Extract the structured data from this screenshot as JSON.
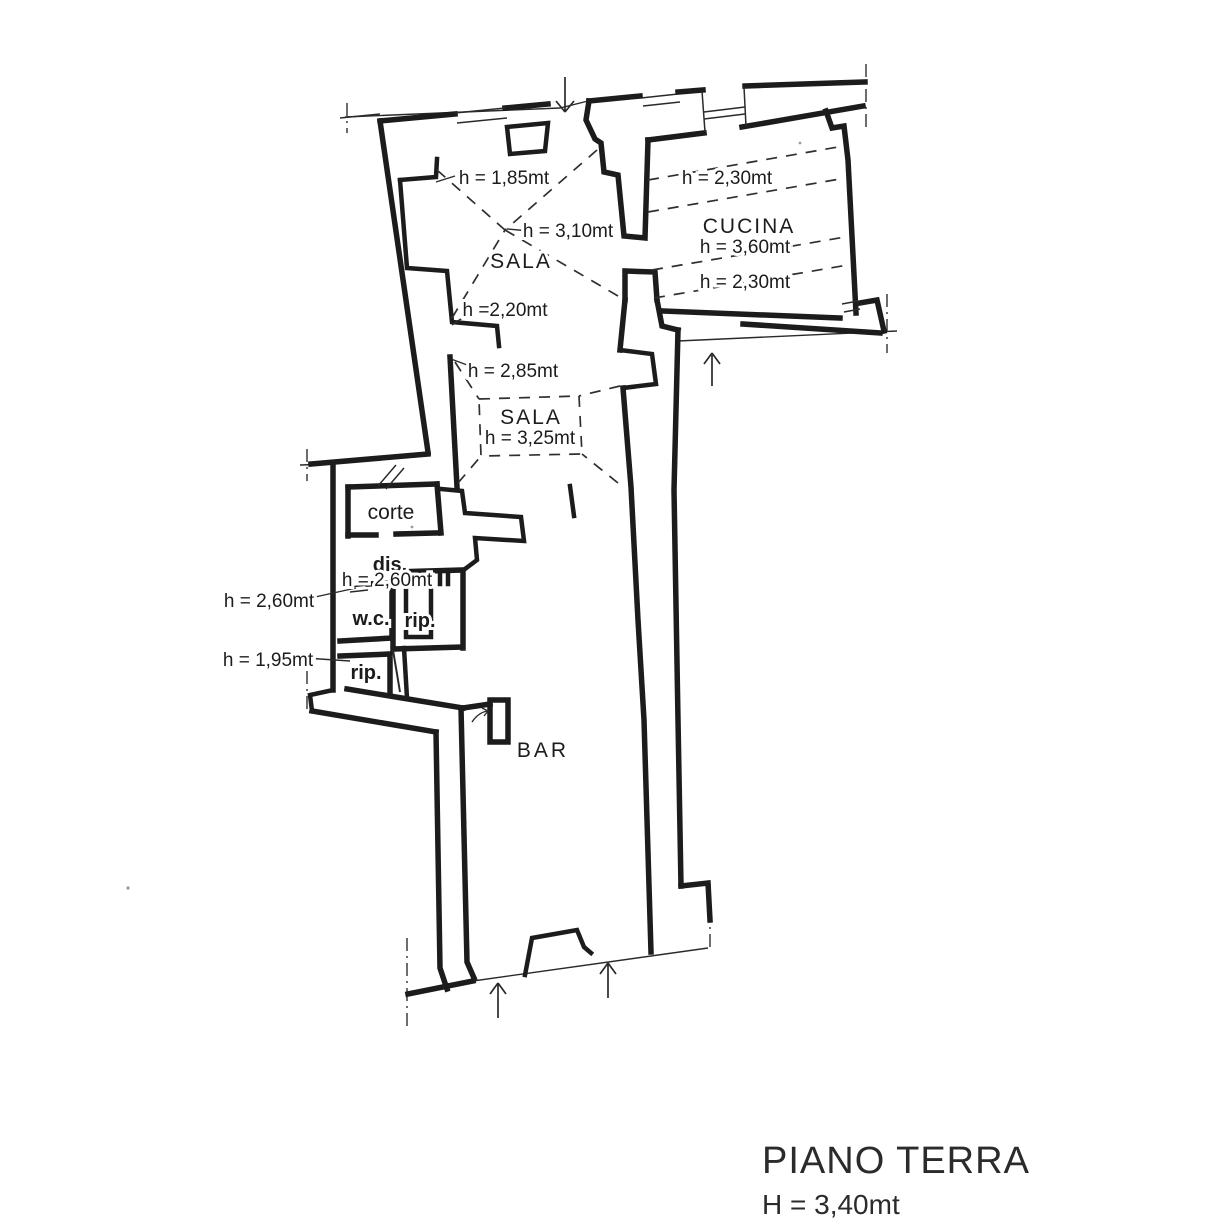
{
  "colors": {
    "paper": "#ffffff",
    "ink": "#1c1c1c"
  },
  "plan": {
    "rooms": {
      "sala_upper": {
        "label": "SALA",
        "h_left": "h = 1,85mt",
        "h_center": "h = 3,10mt",
        "h_bottom": "h =2,20mt"
      },
      "cucina": {
        "label": "CUCINA",
        "h_main": "h = 3,60mt",
        "h_band_top": "h = 2,30mt",
        "h_band_bottom": "h = 2,30mt"
      },
      "sala_lower": {
        "label": "SALA",
        "h_main": "h = 3,25mt",
        "h_corner": "h = 2,85mt"
      },
      "corte": {
        "label": "corte"
      },
      "dis": {
        "label": "dis.",
        "h_main": "h = 2,60mt"
      },
      "wc": {
        "label": "w.c.",
        "h_left": "h = 2,60mt"
      },
      "rip_upper": {
        "label": "rip."
      },
      "rip_lower": {
        "label": "rip.",
        "h_left": "h = 1,95mt"
      },
      "bar": {
        "label": "BAR"
      }
    },
    "symbols": {
      "entrance_top": "arrow-down",
      "terrace": "arrow-up",
      "entrance_bottom_left": "arrow-up",
      "entrance_bottom_right": "arrow-up"
    }
  },
  "footer": {
    "floor_label": "PIANO TERRA",
    "floor_height": "H = 3,40mt"
  }
}
